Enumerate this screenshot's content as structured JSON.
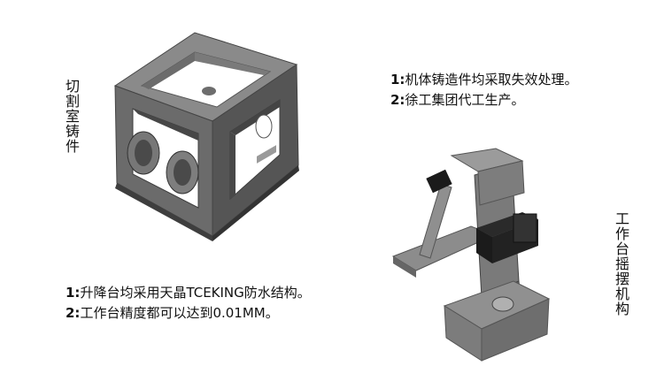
{
  "labels": {
    "cutting_chamber": "切割室铸件",
    "table_swing": "工作台摇摆机构"
  },
  "notes_top": [
    {
      "num": "1:",
      "text": "机体铸造件均采取失效处理。"
    },
    {
      "num": "2:",
      "text": "徐工集团代工生产。"
    }
  ],
  "notes_bottom": [
    {
      "num": "1:",
      "text": "升降台均采用天晶TCEKING防水结构。"
    },
    {
      "num": "2:",
      "text": "工作台精度都可以达到0.01MM。"
    }
  ],
  "colors": {
    "casting_dark": "#5b5b5b",
    "casting_mid": "#787878",
    "casting_light": "#9a9a9a",
    "motor_black": "#1b1b1b"
  }
}
